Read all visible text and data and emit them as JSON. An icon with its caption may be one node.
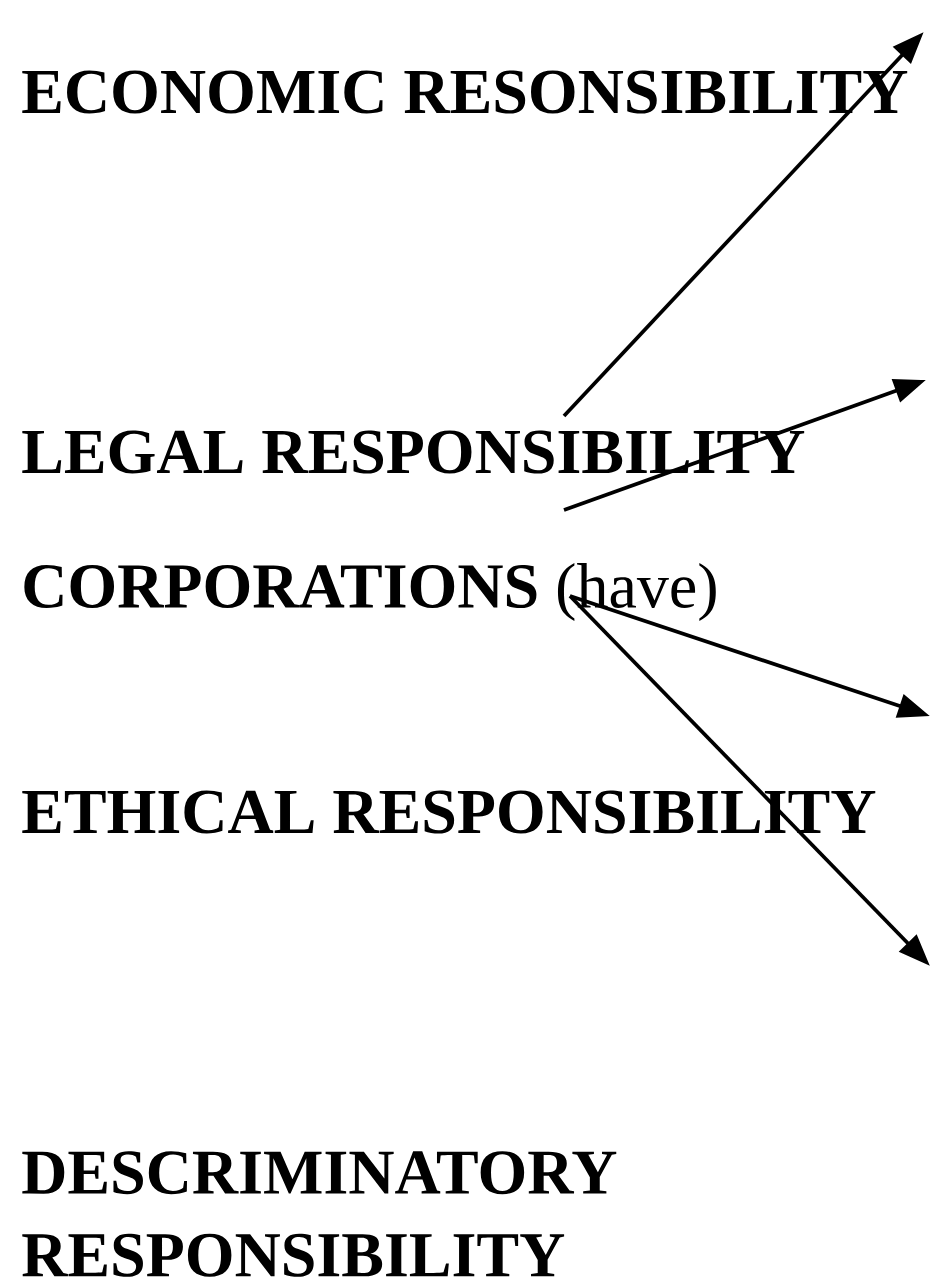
{
  "diagram": {
    "nodes": [
      {
        "text": [
          "ECONOMIC RESONSIBILITY"
        ]
      },
      {
        "text": [
          "LEGAL RESPONSIBILITY"
        ]
      },
      {
        "text": [
          "**CORPORATIONS** (have)"
        ]
      },
      {
        "text": [
          "ETHICAL RESPONSIBILITY"
        ]
      },
      {
        "text": [
          "DESCRIMINATORY RESPONSIBILITY"
        ]
      }
    ],
    "edges": [
      {
        "from": 1,
        "to": 0,
        "arrow": "to"
      },
      {
        "from": 1,
        "to": null,
        "arrow": "to"
      },
      {
        "from": 2,
        "to": null,
        "arrow": "to"
      },
      {
        "from": 2,
        "to": null,
        "arrow": "to"
      }
    ]
  }
}
